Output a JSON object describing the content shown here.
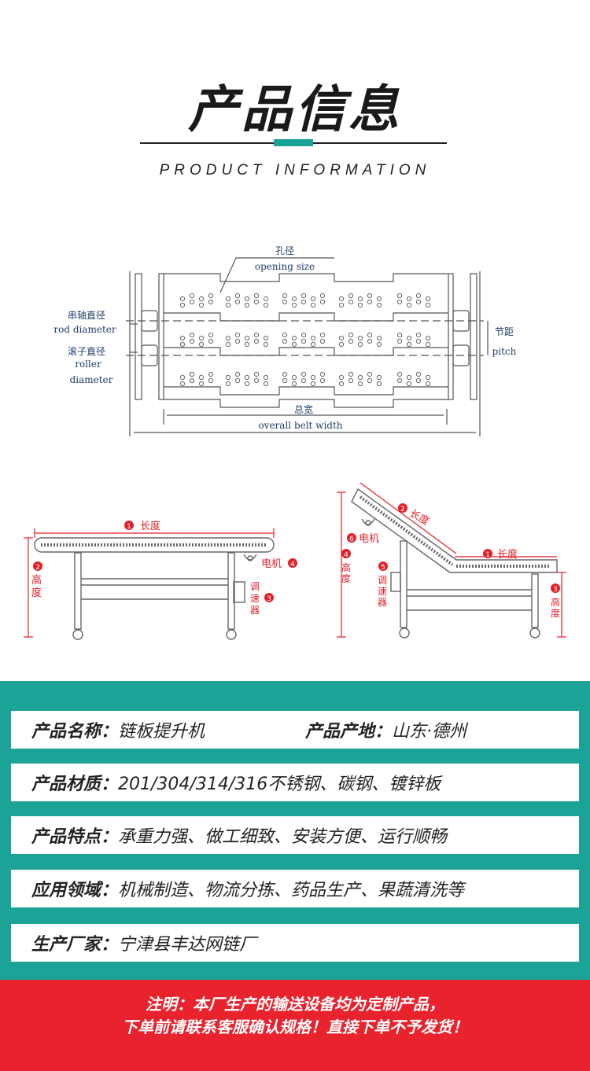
{
  "header": {
    "title": "产品信息",
    "subtitle": "PRODUCT INFORMATION"
  },
  "diagram_top": {
    "hole_cn": "孔径",
    "hole_en": "opening size",
    "rod_cn": "串轴直径",
    "rod_en": "rod diameter",
    "roller_cn": "滚子直径",
    "roller_en1": "roller",
    "roller_en2": "diameter",
    "pitch_cn": "节距",
    "pitch_en": "pitch",
    "width_cn": "总宽",
    "width_en": "overall belt width"
  },
  "diagram_left": {
    "length": "长度",
    "height": "高度",
    "motor": "电机",
    "speed": "调速器",
    "n_length": "1",
    "n_height": "2",
    "n_speed": "3",
    "n_motor": "4"
  },
  "diagram_right": {
    "length1": "长度",
    "length2": "长度",
    "motor": "电机",
    "height_l": "高度",
    "speed": "调速器",
    "height_r": "高度",
    "n1": "1",
    "n2": "2",
    "n3": "3",
    "n4": "4",
    "n5": "5",
    "n6": "6"
  },
  "info": {
    "name_label": "产品名称：",
    "name_value": "链板提升机",
    "origin_label": "产品产地：",
    "origin_value": "山东·德州",
    "material_label": "产品材质：",
    "material_value": "201/304/314/316不锈钢、碳钢、镀锌板",
    "feature_label": "产品特点：",
    "feature_value": "承重力强、做工细致、安装方便、运行顺畅",
    "app_label": "应用领域：",
    "app_value": "机械制造、物流分拣、药品生产、果蔬清洗等",
    "maker_label": "生产厂家：",
    "maker_value": "宁津县丰达网链厂"
  },
  "notice": {
    "line1": "注明：本厂生产的输送设备均为定制产品，",
    "line2": "下单前请联系客服确认规格！直接下单不予发货！"
  },
  "colors": {
    "teal": "#1aa396",
    "red": "#e8232e",
    "diagram_blue": "#1f3d6b"
  }
}
